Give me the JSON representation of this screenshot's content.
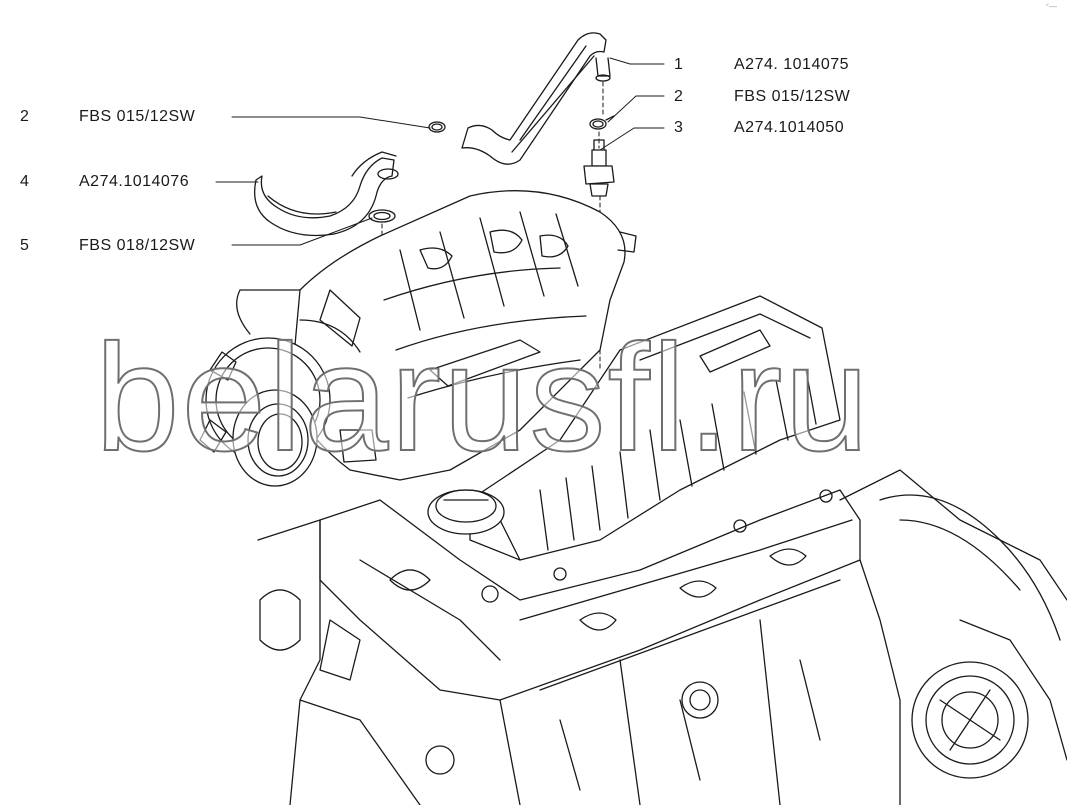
{
  "callouts": [
    {
      "number": "1",
      "part": "A274. 1014075"
    },
    {
      "number": "2",
      "part": "FBS 015/12SW"
    },
    {
      "number": "3",
      "part": "A274.1014050"
    },
    {
      "number": "2",
      "part": "FBS 015/12SW"
    },
    {
      "number": "4",
      "part": "A274.1014076"
    },
    {
      "number": "5",
      "part": "FBS 018/12SW"
    }
  ],
  "watermark": "belarusfl.ru",
  "corner_mark": "ᐟ—",
  "colors": {
    "line": "#1a1a1a",
    "watermark_stroke": "#6f6f6f",
    "background": "#ffffff"
  }
}
